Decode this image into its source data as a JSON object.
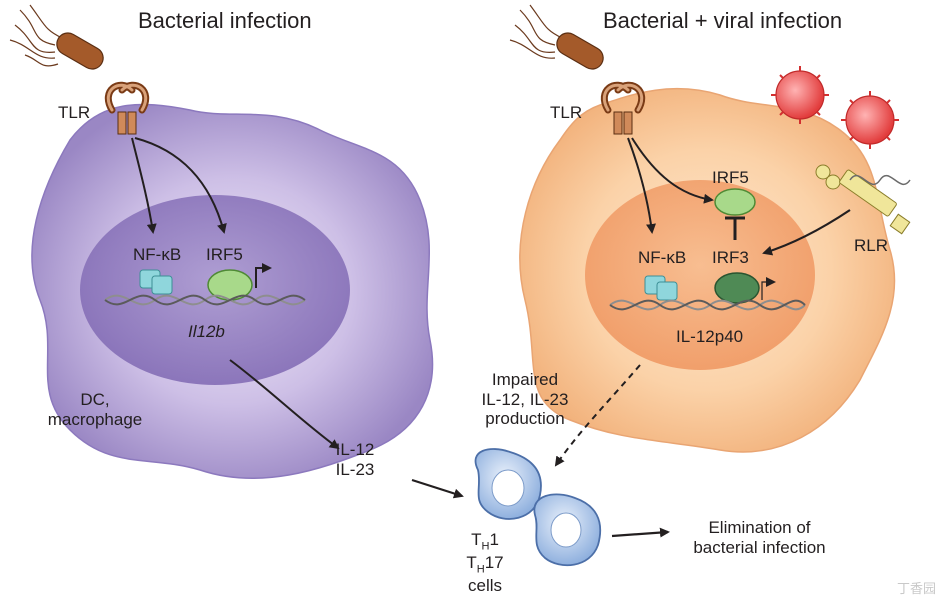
{
  "titles": {
    "left": "Bacterial infection",
    "right": "Bacterial + viral infection"
  },
  "left_cell": {
    "receptor": "TLR",
    "nfkb": "NF-κB",
    "irf5": "IRF5",
    "gene": "Il12b",
    "cell_type": [
      "DC,",
      "macrophage"
    ]
  },
  "right_cell": {
    "receptor": "TLR",
    "irf5": "IRF5",
    "nfkb": "NF-κB",
    "irf3": "IRF3",
    "rlr": "RLR",
    "product": "IL-12p40"
  },
  "outputs": {
    "cytokines": [
      "IL-12",
      "IL-23"
    ],
    "impaired": [
      "Impaired",
      "IL-12, IL-23",
      "production"
    ],
    "t_cells": {
      "th1_main": "T",
      "th1_sub": "H",
      "th1_num": "1",
      "th17_main": "T",
      "th17_sub": "H",
      "th17_num": "17",
      "cells": "cells"
    },
    "result": [
      "Elimination of",
      "bacterial infection"
    ]
  },
  "watermark": "丁香园",
  "colors": {
    "left_cell": "#a99bd0",
    "left_nucleus": "#8a76b8",
    "right_cell": "#f8c896",
    "right_nucleus": "#f3a36d",
    "nfkb": "#8fd6dc",
    "irf5": "#a8d98a",
    "irf3": "#4f8a55",
    "virus": "#e84545",
    "rlr": "#f0e69a",
    "t_cell": "#a9c2e6",
    "bacterium": "#a45a2a"
  }
}
